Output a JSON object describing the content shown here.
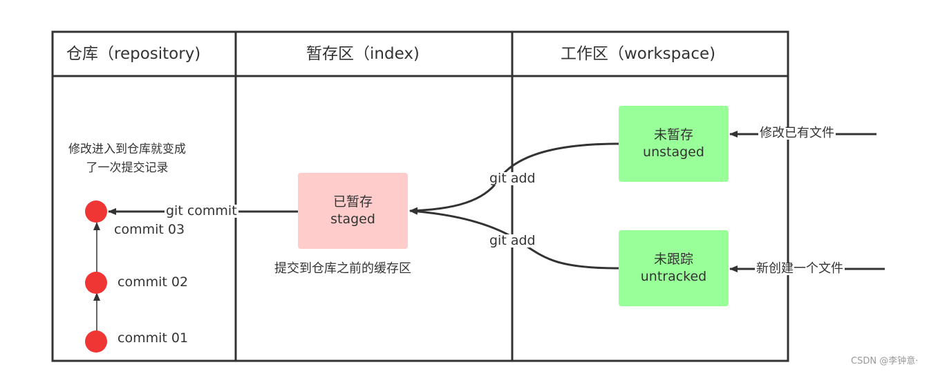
{
  "headers": {
    "repository": "仓库（repository)",
    "index": "暂存区（index)",
    "workspace": "工作区（workspace)"
  },
  "repository": {
    "note": "修改进入到仓库就变成了一次提交记录",
    "commits": [
      {
        "label": "commit  03"
      },
      {
        "label": "commit  02"
      },
      {
        "label": "commit  01"
      }
    ],
    "commit_arrow_label": "git commit"
  },
  "index": {
    "box": {
      "line1": "已暂存",
      "line2": "staged"
    },
    "note": "提交到仓库之前的缓存区"
  },
  "workspace": {
    "unstaged": {
      "line1": "未暂存",
      "line2": "unstaged"
    },
    "untracked": {
      "line1": "未跟踪",
      "line2": "untracked"
    },
    "add_label_top": "git add",
    "add_label_bottom": "git add",
    "modify_label": "修改已有文件",
    "new_label": "新创建一个文件"
  },
  "watermark": "CSDN @李钟意·",
  "colors": {
    "commit_dot": "#f03535",
    "staged_fill": "#ffcccc",
    "workspace_fill": "#99ff99",
    "line": "#333333"
  }
}
